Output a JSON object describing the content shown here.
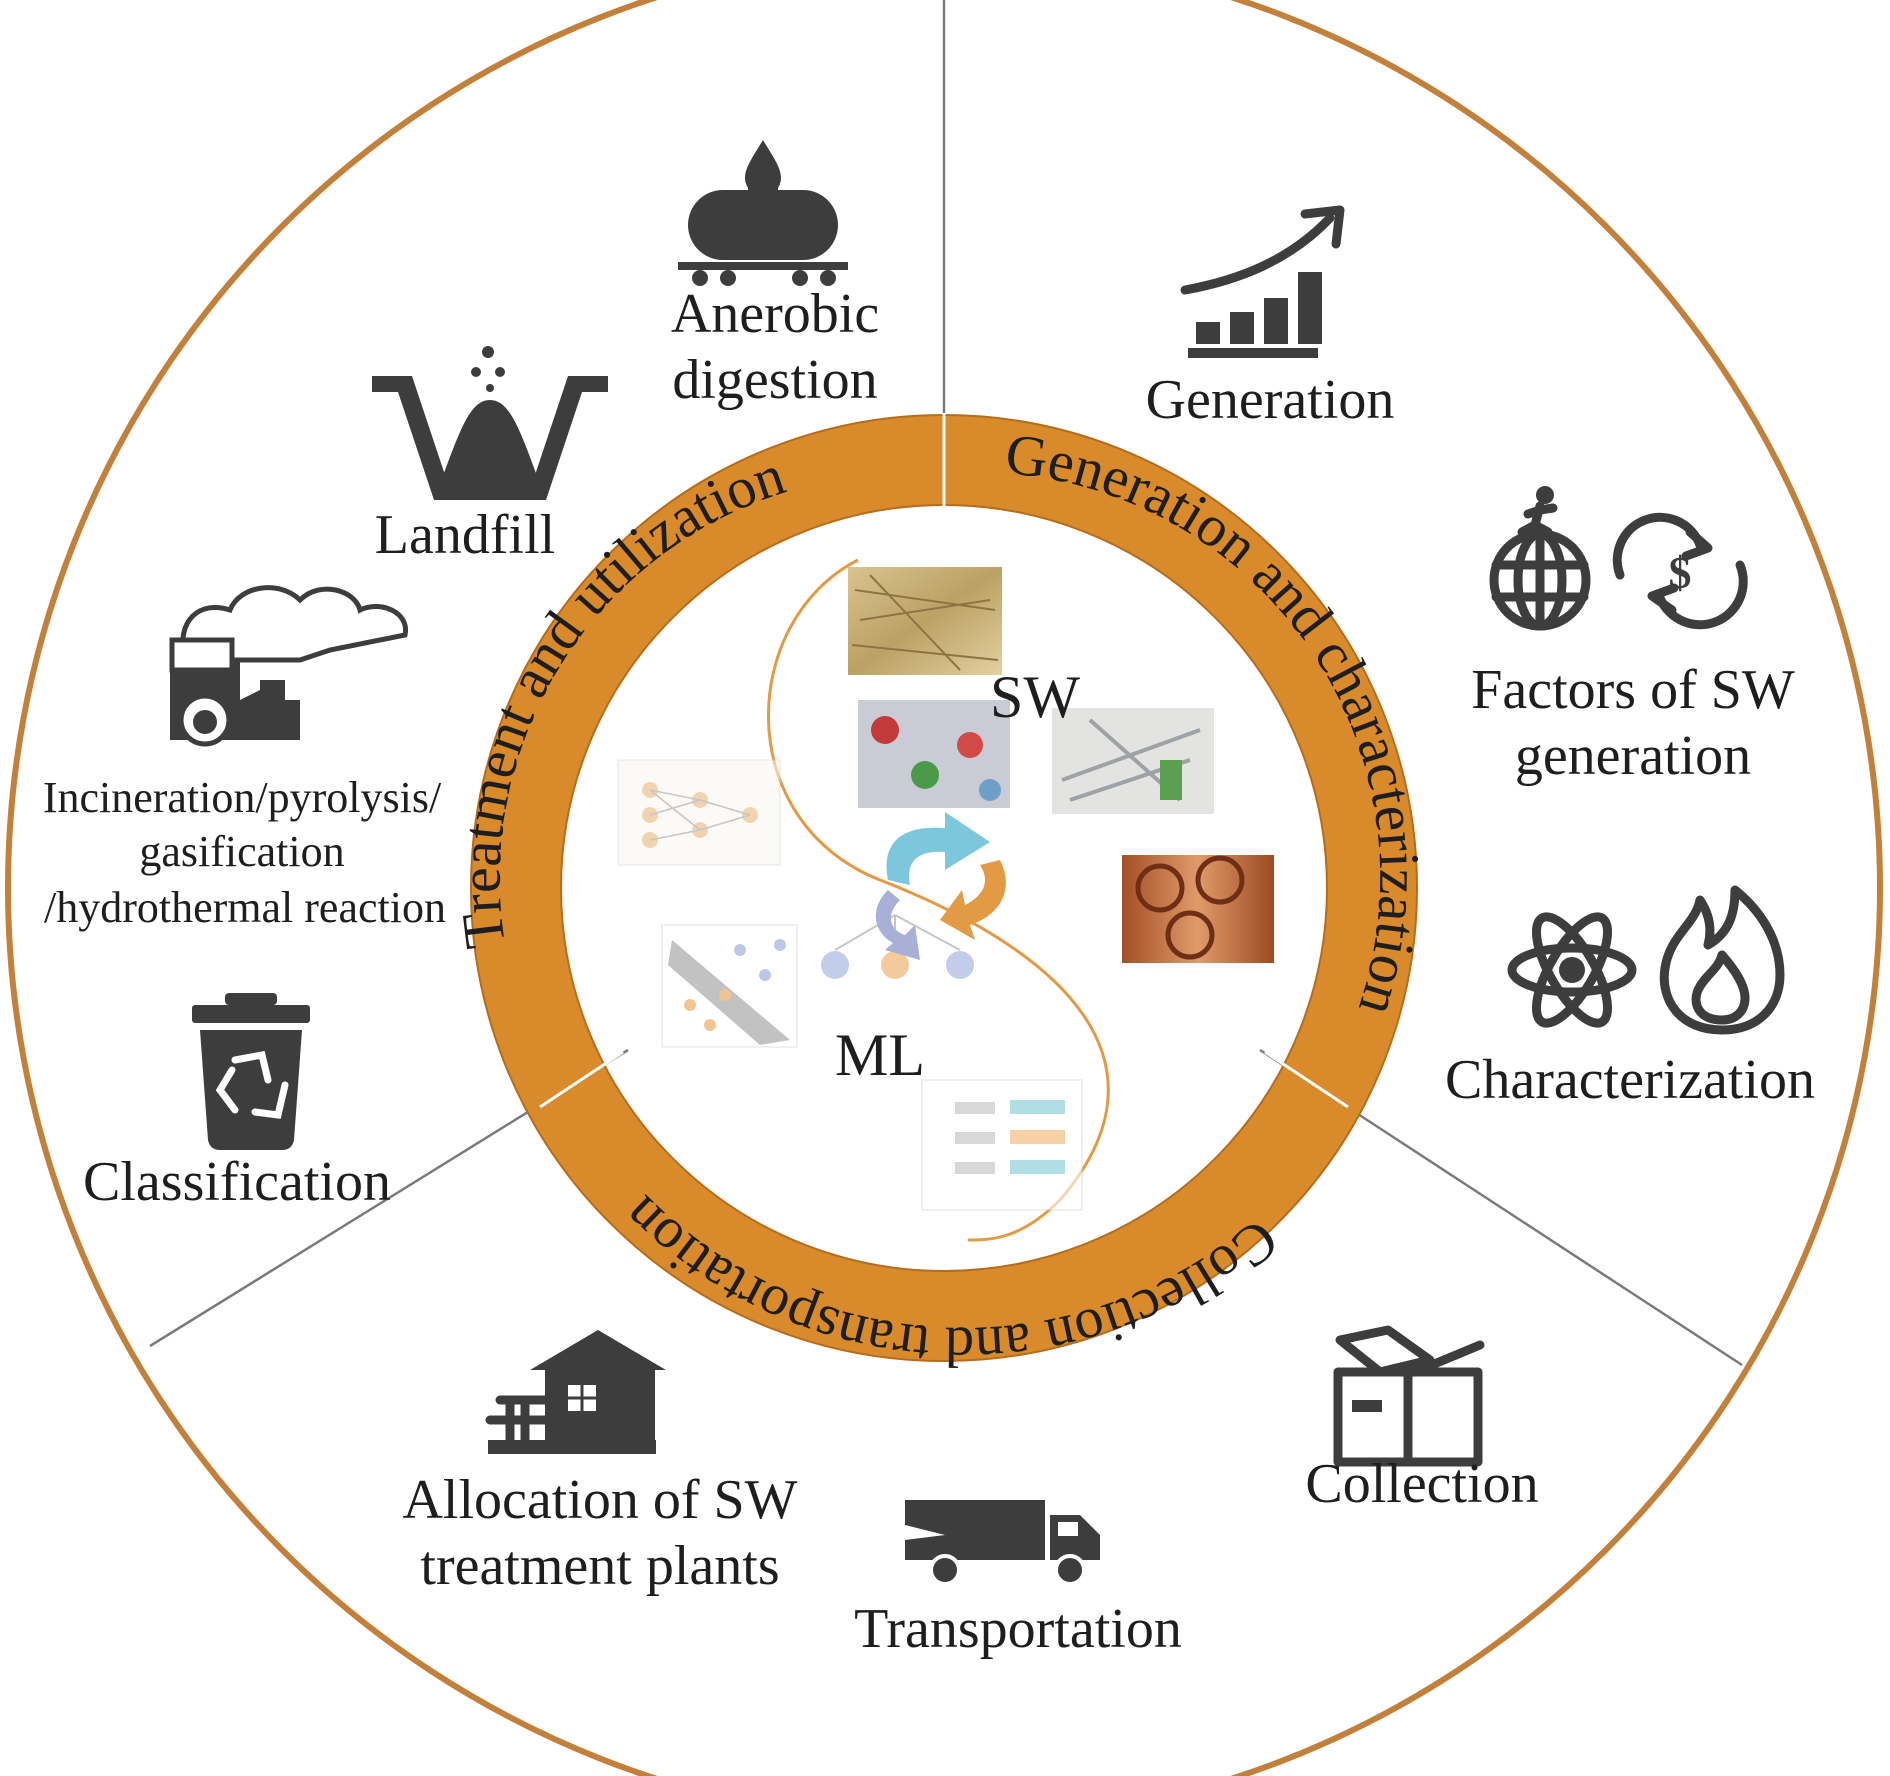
{
  "ring": {
    "treatment": "Treatment and utilization",
    "generation": "Generation and characterization",
    "collection": "Collection and transportation"
  },
  "core": {
    "top_label": "SW",
    "bottom_label": "ML"
  },
  "items": {
    "anaerobic_line1": "Anerobic",
    "anaerobic_line2": "digestion",
    "landfill": "Landfill",
    "incineration_line1": "Incineration/pyrolysis/",
    "incineration_line2": "gasification",
    "incineration_line3": "/hydrothermal reaction",
    "classification": "Classification",
    "generation": "Generation",
    "factors_line1": "Factors of SW",
    "factors_line2": "generation",
    "characterization": "Characterization",
    "collection": "Collection",
    "allocation_line1": "Allocation of SW",
    "allocation_line2": "treatment plants",
    "transportation": "Transportation"
  },
  "icons": [
    "tank-car-icon",
    "landfill-icon",
    "factory-icon",
    "recycle-bin-icon",
    "growth-chart-icon",
    "globe-runner-icon",
    "dollar-cycle-icon",
    "atom-icon",
    "flame-icon",
    "container-icon",
    "plant-house-icon",
    "garbage-truck-icon"
  ],
  "colors": {
    "ring": "#d98a2b",
    "ring_dark": "#b56d1c",
    "outline": "#c2803a",
    "divider": "#7a7a7a",
    "icon": "#3d3d3d",
    "cycle_blue": "#7cc7dc",
    "cycle_orange": "#e39a44"
  }
}
